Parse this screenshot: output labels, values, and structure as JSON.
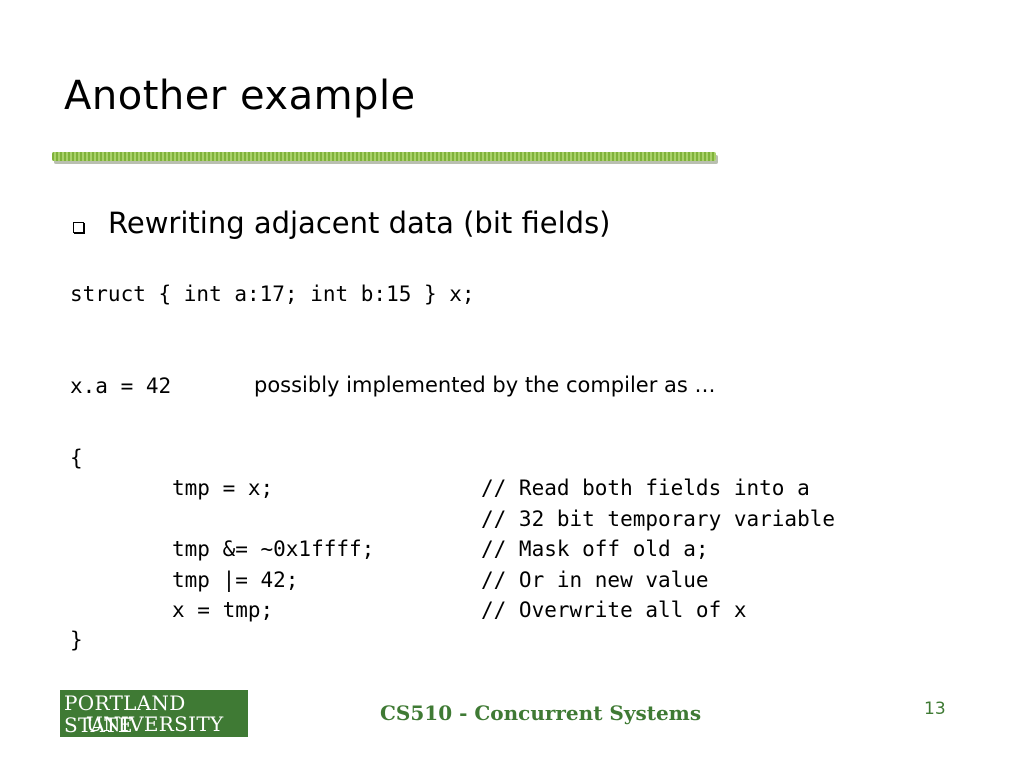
{
  "slide": {
    "title": "Another example",
    "bullet": "Rewriting adjacent data (bit fields)",
    "struct_line": "struct { int a:17; int b:15 } x;",
    "assign_code": "x.a = 42",
    "assign_note": "possibly implemented by the compiler as …",
    "code_block": [
      {
        "code": "{",
        "comment": ""
      },
      {
        "code": "tmp = x;",
        "comment": "// Read both fields into a"
      },
      {
        "code": "",
        "comment": "// 32 bit temporary variable"
      },
      {
        "code": "tmp &= ~0x1ffff;",
        "comment": "// Mask off old a;"
      },
      {
        "code": "tmp |= 42;",
        "comment": "// Or in new value"
      },
      {
        "code": "x = tmp;",
        "comment": "// Overwrite all of x"
      },
      {
        "code": "}",
        "comment": ""
      }
    ]
  },
  "footer": {
    "logo_line1": "PORTLAND STATE",
    "logo_line2": "UNIVERSITY",
    "course": "CS510 - Concurrent Systems",
    "page_number": "13"
  },
  "colors": {
    "accent_green": "#3f7a34",
    "rule_green": "#7fb23a"
  }
}
